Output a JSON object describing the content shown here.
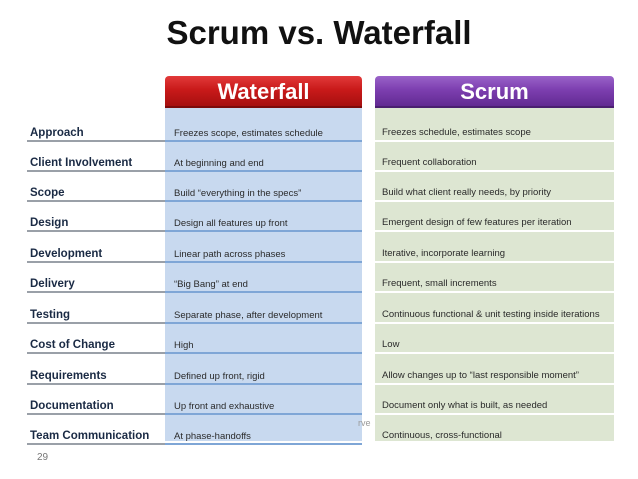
{
  "slide": {
    "title": "Scrum vs. Waterfall",
    "page_number": "29",
    "footer_fragment": "rve"
  },
  "columns": {
    "waterfall_header": "Waterfall",
    "scrum_header": "Scrum",
    "waterfall_color": "#c91a1a",
    "scrum_color": "#7d3fb0"
  },
  "rows": [
    {
      "label": "Approach",
      "waterfall": "Freezes scope, estimates schedule",
      "scrum": "Freezes schedule, estimates scope"
    },
    {
      "label": "Client Involvement",
      "waterfall": "At beginning and end",
      "scrum": "Frequent collaboration"
    },
    {
      "label": "Scope",
      "waterfall": "Build “everything in the specs”",
      "scrum": "Build what client really needs,  by priority"
    },
    {
      "label": "Design",
      "waterfall": "Design all features up front",
      "scrum": "Emergent design of few features per iteration"
    },
    {
      "label": "Development",
      "waterfall": "Linear path across phases",
      "scrum": "Iterative, incorporate learning"
    },
    {
      "label": "Delivery",
      "waterfall": "“Big Bang” at end",
      "scrum": "Frequent, small increments"
    },
    {
      "label": "Testing",
      "waterfall": "Separate phase, after development",
      "scrum": "Continuous functional & unit testing inside iterations"
    },
    {
      "label": "Cost of Change",
      "waterfall": "High",
      "scrum": "Low"
    },
    {
      "label": "Requirements",
      "waterfall": "Defined up front, rigid",
      "scrum": "Allow changes up to “last responsible moment”"
    },
    {
      "label": "Documentation",
      "waterfall": "Up front and exhaustive",
      "scrum": "Document only what is built, as needed"
    },
    {
      "label": "Team Communication",
      "waterfall": "At phase-handoffs",
      "scrum": "Continuous, cross-functional"
    }
  ]
}
